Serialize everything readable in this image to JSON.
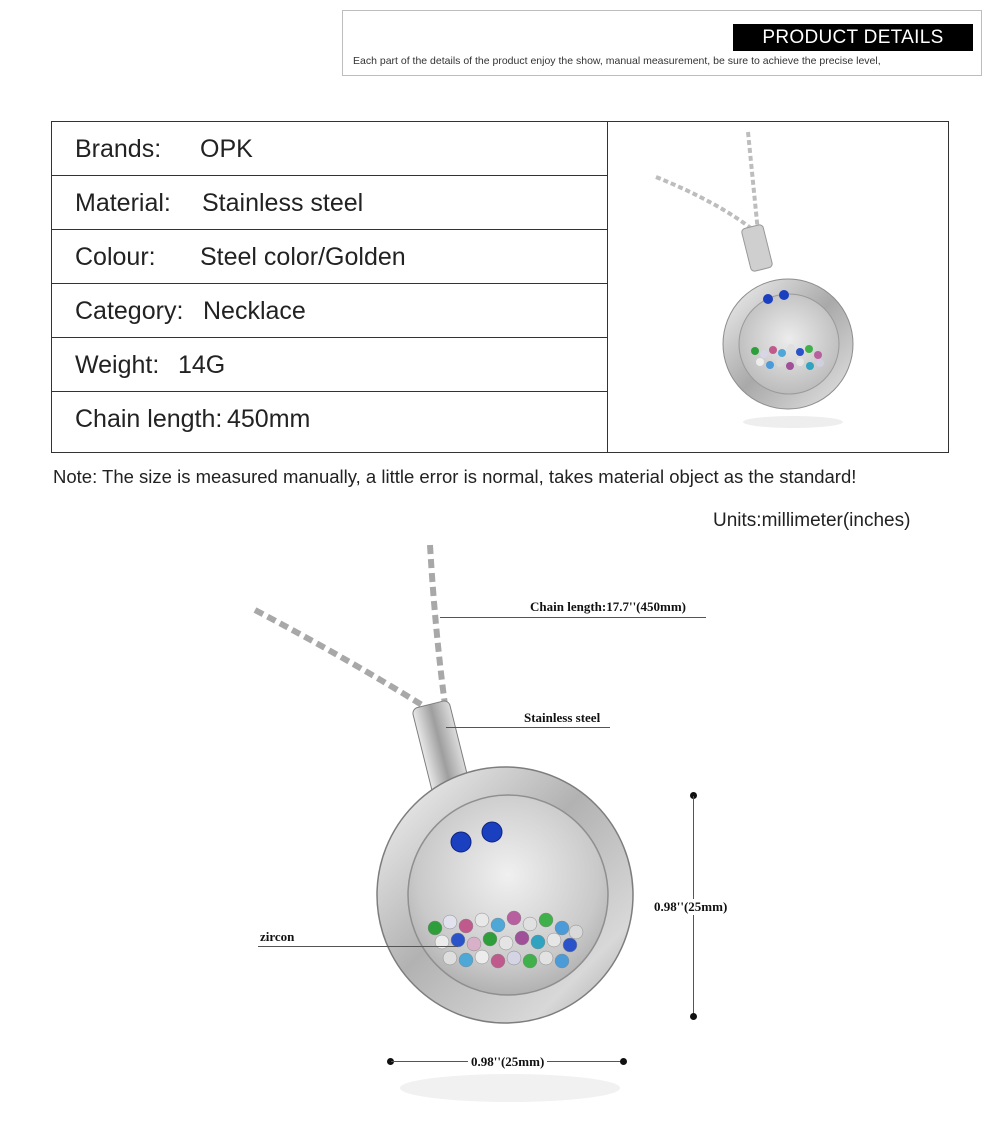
{
  "header": {
    "title": "PRODUCT DETAILS",
    "subtitle": "Each part of the details of the product enjoy the show, manual measurement, be sure to achieve the precise level,"
  },
  "specs": [
    {
      "label": "Brands:",
      "value": "OPK"
    },
    {
      "label": "Material:",
      "value": "Stainless steel"
    },
    {
      "label": "Colour:",
      "value": "Steel color/Golden"
    },
    {
      "label": "Category:",
      "value": "Necklace"
    },
    {
      "label": "Weight:",
      "value": "14G"
    },
    {
      "label": "Chain length:",
      "value": "450mm"
    }
  ],
  "note": "Note: The size is measured manually, a little error is normal, takes material object as the standard!",
  "units": "Units:millimeter(inches)",
  "annotations": {
    "chain_length": "Chain length:17.7''(450mm)",
    "material": "Stainless steel",
    "stone": "zircon",
    "height": "0.98''(25mm)",
    "width": "0.98''(25mm)"
  },
  "colors": {
    "banner_bg": "#000000",
    "border": "#333333",
    "steel": "#c8c8c8",
    "gem_blue": "#1a3fbf"
  },
  "icons": [
    "pendant-thumbnail-image",
    "pendant-main-image"
  ]
}
